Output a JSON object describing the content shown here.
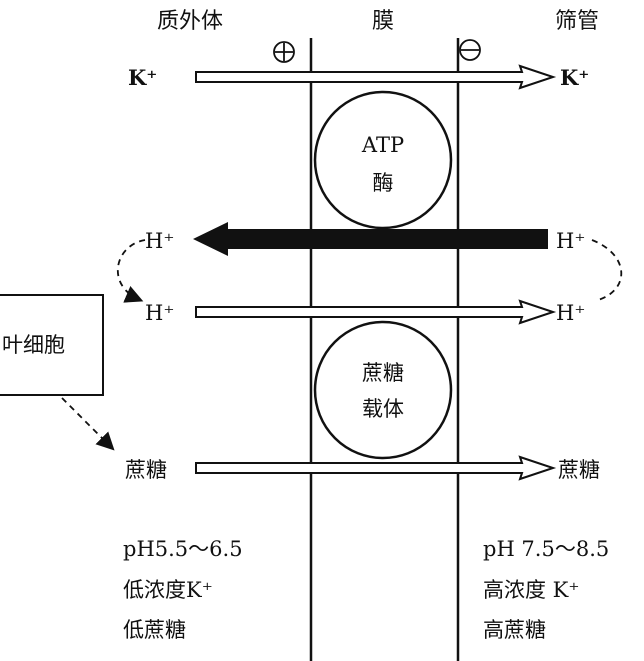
{
  "headers": {
    "apoplast": "质外体",
    "membrane": "膜",
    "sieve_tube": "筛管"
  },
  "charges": {
    "left": "⊕",
    "right": "⊖"
  },
  "ions": {
    "k_left": "K⁺",
    "k_right": "K⁺",
    "h_left_top": "H⁺",
    "h_right_top": "H⁺",
    "h_left_bottom": "H⁺",
    "h_right_bottom": "H⁺"
  },
  "sugar": {
    "left": "蔗糖",
    "right": "蔗糖"
  },
  "atp_enzyme": {
    "line1": "ATP",
    "line2": "酶"
  },
  "carrier": {
    "line1": "蔗糖",
    "line2": "载体"
  },
  "leaf_cell": "叶细胞",
  "left_conditions": [
    "pH5.5～6.5",
    "低浓度K⁺",
    "低蔗糖"
  ],
  "right_conditions": [
    "pH 7.5～8.5",
    "高浓度 K⁺",
    "高蔗糖"
  ]
}
